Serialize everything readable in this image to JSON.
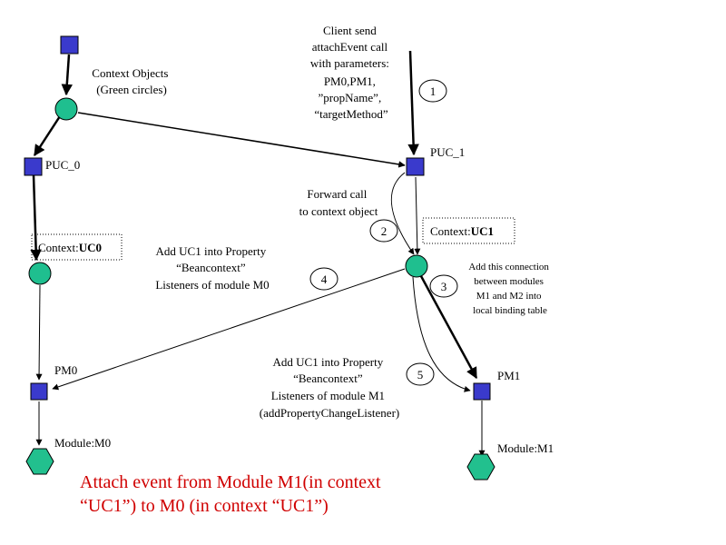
{
  "colors": {
    "square": "#3a3acc",
    "circle": "#1fbf8f",
    "hexagon": "#22c08e",
    "caption": "#d00000"
  },
  "nodes": {
    "puc0": "PUC_0",
    "puc1": "PUC_1",
    "pm0": "PM0",
    "pm1": "PM1",
    "module_m0": "Module:M0",
    "module_m1": "Module:M1",
    "context_uc0_prefix": "Context:",
    "context_uc0_value": "UC0",
    "context_uc1_prefix": "Context:",
    "context_uc1_value": "UC1"
  },
  "annotations": {
    "context_objects": [
      "Context Objects",
      "(Green circles)"
    ],
    "client_send": [
      "Client send",
      "attachEvent call",
      "with parameters:",
      "PM0,PM1,",
      "”propName”,",
      "“targetMethod”"
    ],
    "forward_call": [
      "Forward call",
      "to context object"
    ],
    "add_uc1_m0": [
      "Add UC1 into Property",
      "“Beancontext”",
      "Listeners of module M0"
    ],
    "add_connection": [
      "Add this connection",
      "between modules",
      "M1 and M2 into",
      "local binding table"
    ],
    "add_uc1_m1": [
      "Add UC1 into Property",
      "“Beancontext”",
      "Listeners of module M1",
      "(addPropertyChangeListener)"
    ]
  },
  "steps": [
    "1",
    "2",
    "3",
    "4",
    "5"
  ],
  "caption": [
    "Attach event from Module M1(in context",
    "“UC1”) to M0 (in context “UC1”)"
  ]
}
